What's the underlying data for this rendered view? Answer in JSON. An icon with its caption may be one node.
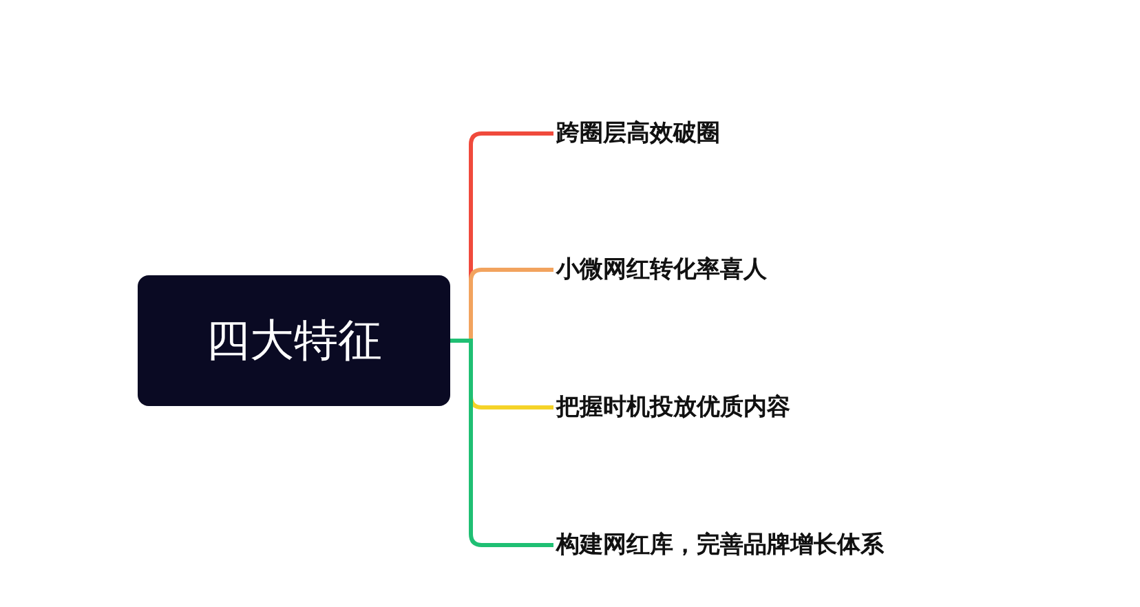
{
  "diagram": {
    "nodes": [
      {
        "text": [
          "四大特征"
        ]
      },
      {
        "text": [
          "跨圈层高效破圈"
        ]
      },
      {
        "text": [
          "小微网红转化率喜人"
        ]
      },
      {
        "text": [
          "把握时机投放优质内容"
        ]
      },
      {
        "text": [
          "构建网红库，完善品牌增长体系"
        ]
      }
    ],
    "edges": [
      {
        "from": 0,
        "to": 1,
        "arrow": "none",
        "color": "#f04a3c"
      },
      {
        "from": 0,
        "to": 2,
        "arrow": "none",
        "color": "#f2a35e"
      },
      {
        "from": 0,
        "to": 3,
        "arrow": "none",
        "color": "#f5d328"
      },
      {
        "from": 0,
        "to": 4,
        "arrow": "none",
        "color": "#1fbf73"
      }
    ]
  }
}
